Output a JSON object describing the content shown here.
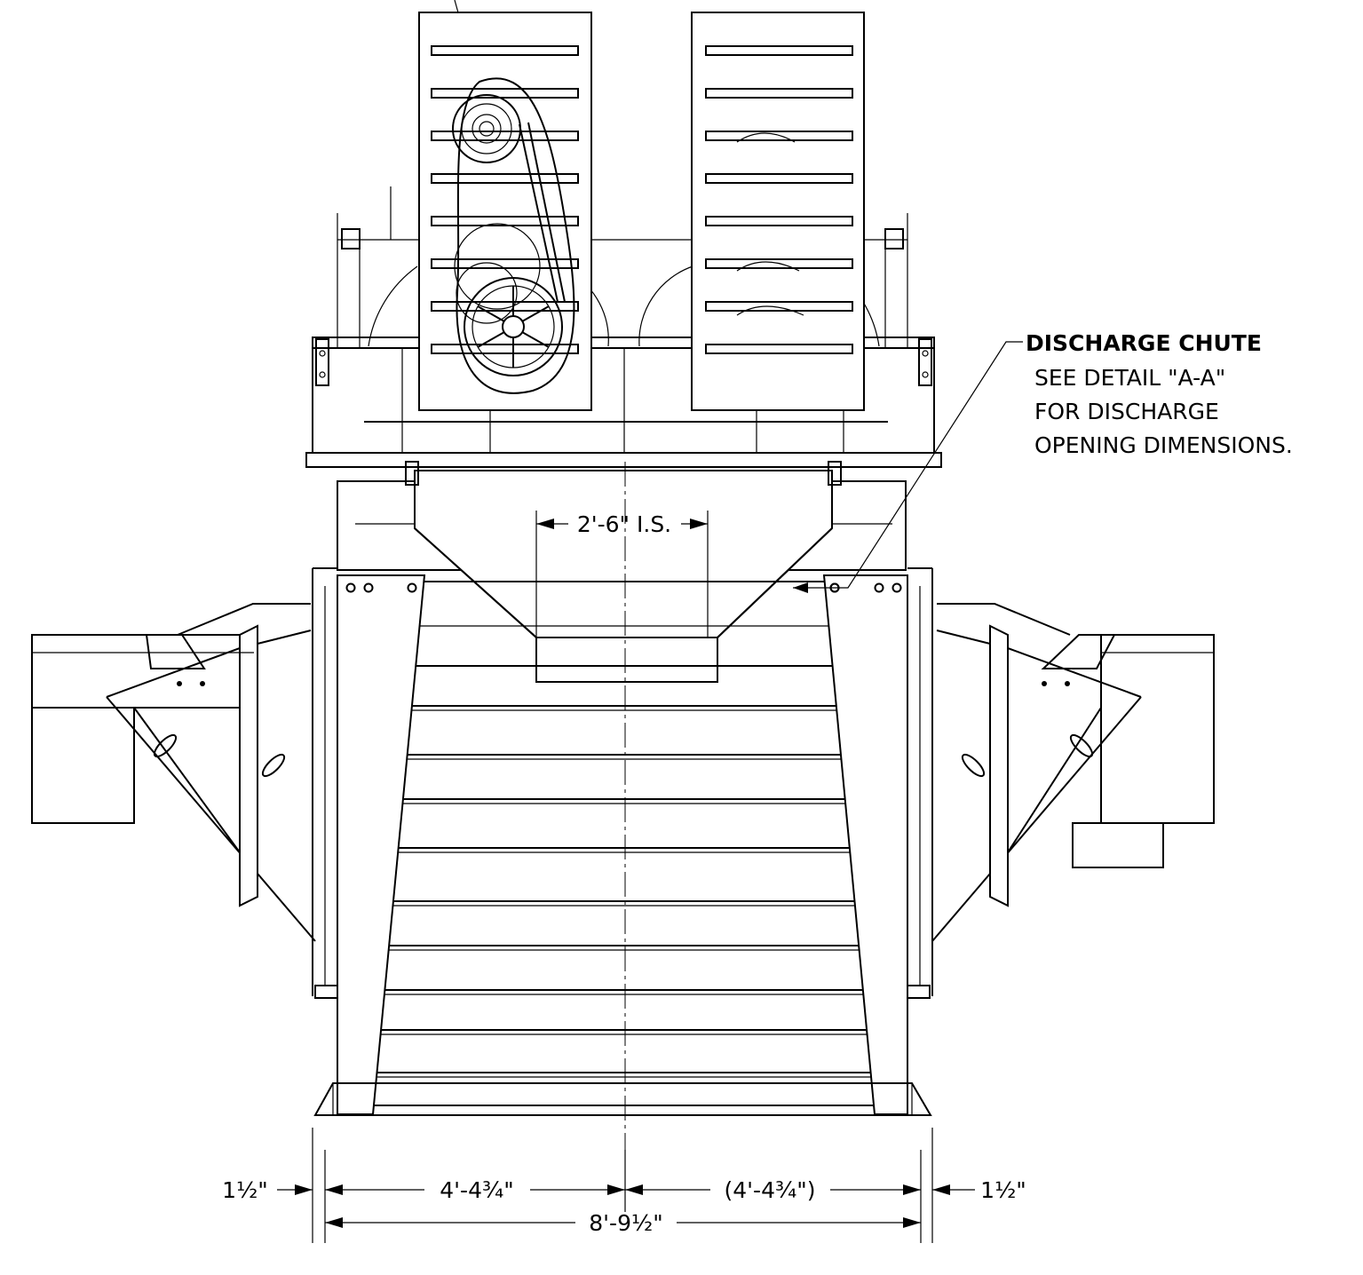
{
  "note": {
    "title": "DISCHARGE CHUTE",
    "line1": "SEE DETAIL \"A-A\"",
    "line2": "FOR DISCHARGE",
    "line3": "OPENING DIMENSIONS."
  },
  "dimensions": {
    "inner_span": "2'-6\" I.S.",
    "left_offset": "1½\"",
    "left_half": "4'-4¾\"",
    "right_half": "(4'-4¾\")",
    "right_offset": "1½\"",
    "overall": "8'-9½\""
  }
}
